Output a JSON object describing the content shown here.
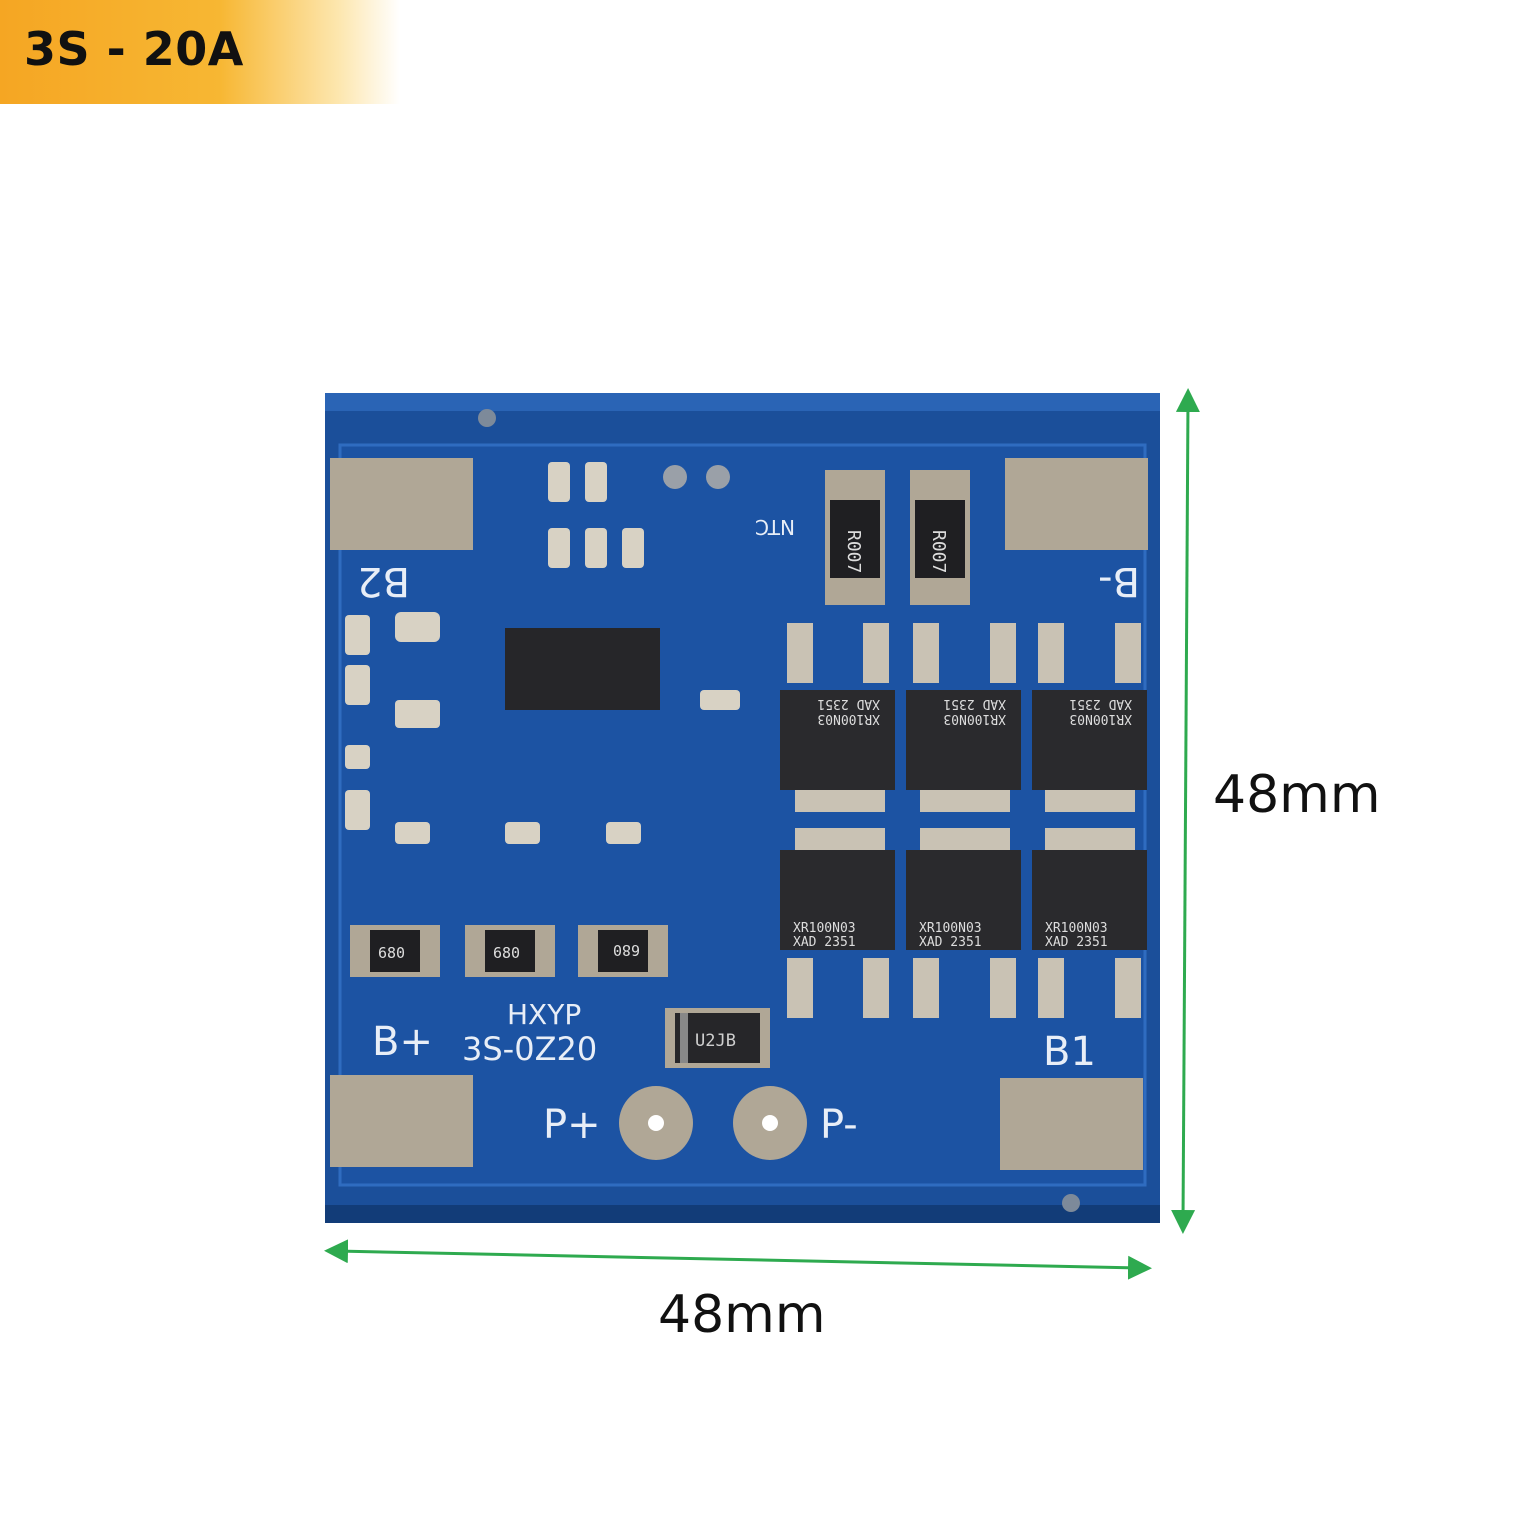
{
  "banner": {
    "title": "3S - 20A"
  },
  "dimensions": {
    "height_label": "48mm",
    "width_label": "48mm"
  },
  "board": {
    "pads": {
      "top_left": "B2",
      "top_right": "B-",
      "bottom_left": "B+",
      "bottom_right": "B1"
    },
    "power_pads": {
      "positive": "P+",
      "negative": "P-"
    },
    "model_line1": "HXYP",
    "model_line2": "3S-0Z20",
    "ntc_label": "NTC",
    "shunt_label": "R007",
    "mosfet_part": "XR100N03",
    "mosfet_date": "XAD 2351",
    "resistor_label": "680",
    "diode_label": "U2JB"
  },
  "colors": {
    "pcb": "#1b4f9a",
    "pcb_dark": "#143f80",
    "pad": "#b0a796",
    "mosfet": "#2a2a2d",
    "banner": "#f5a623",
    "dimension_line": "#2eaa4f"
  }
}
